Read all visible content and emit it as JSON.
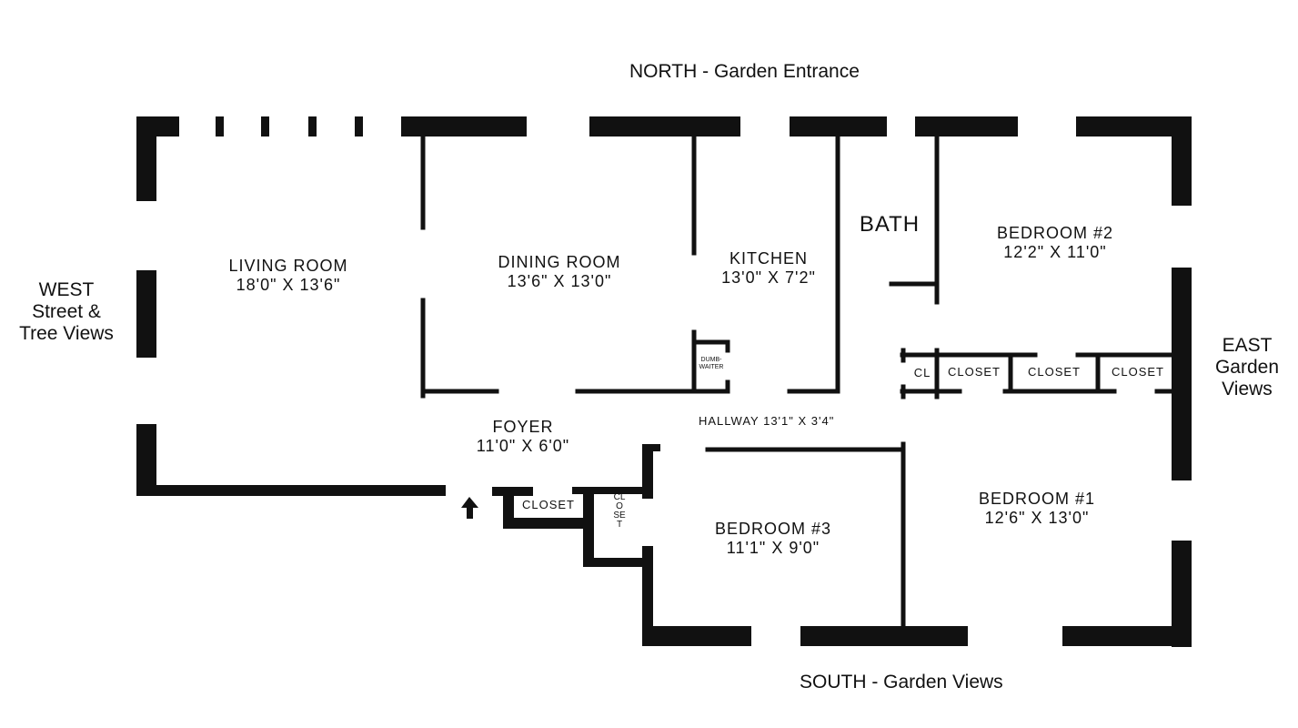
{
  "directions": {
    "north": "NORTH - Garden  Entrance",
    "south": "SOUTH - Garden Views",
    "west": [
      "WEST",
      "Street &",
      "Tree Views"
    ],
    "east": [
      "EAST",
      "Garden",
      "Views"
    ]
  },
  "rooms": {
    "living": {
      "name": "LIVING ROOM",
      "size": "18'0\" X 13'6\""
    },
    "dining": {
      "name": "DINING ROOM",
      "size": "13'6\" X 13'0\""
    },
    "kitchen": {
      "name": "KITCHEN",
      "size": "13'0\" X 7'2\""
    },
    "bath": {
      "name": "BATH"
    },
    "bedroom2": {
      "name": "BEDROOM #2",
      "size": "12'2\" X 11'0\""
    },
    "bedroom1": {
      "name": "BEDROOM #1",
      "size": "12'6\" X 13'0\""
    },
    "bedroom3": {
      "name": "BEDROOM #3",
      "size": "11'1\" X 9'0\""
    },
    "foyer": {
      "name": "FOYER",
      "size": "11'0\" X 6'0\""
    },
    "hallway": {
      "label": "HALLWAY 13'1\" X 3'4\""
    }
  },
  "closets": {
    "cl": "CL",
    "closet_a": "CLOSET",
    "closet_b": "CLOSET",
    "closet_c": "CLOSET",
    "foyer_closet": "CLOSET",
    "vertical_closet": "CLOSET"
  },
  "dumbwaiter": [
    "DUMB-",
    "WAITER"
  ]
}
